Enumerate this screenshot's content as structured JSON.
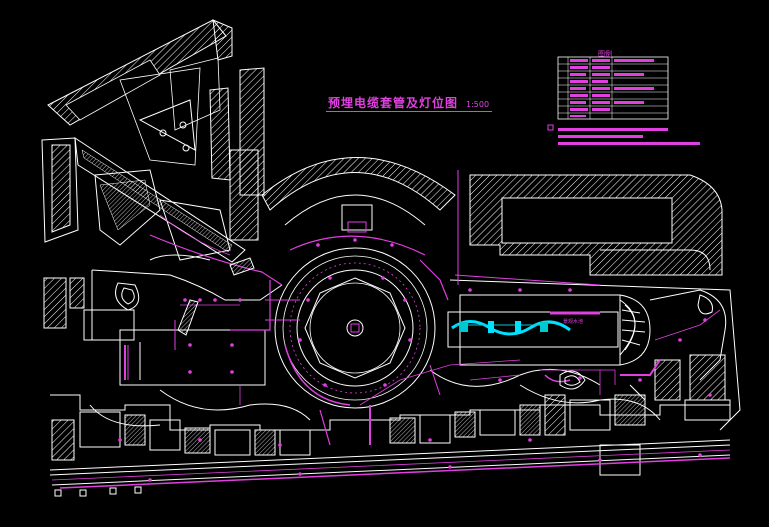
{
  "drawing": {
    "title": "预埋电缆套管及灯位图",
    "scale": "1:500",
    "legend_title": "图例",
    "pool_label": "景观水池",
    "colors": {
      "background": "#000000",
      "linework": "#ffffff",
      "cable": "#e040e0",
      "water": "#00c8d0",
      "water_feature": "#00e0ff"
    },
    "icons": [
      "hatched-building-icon",
      "circular-plaza-icon",
      "fountain-icon",
      "lamp-icon",
      "cable-route-icon"
    ]
  }
}
